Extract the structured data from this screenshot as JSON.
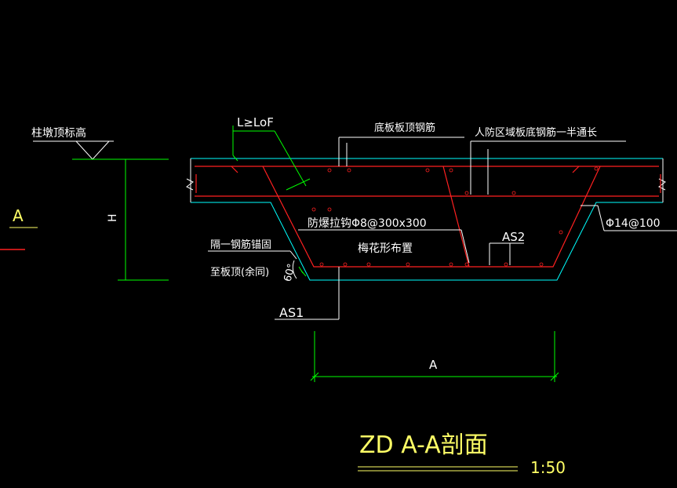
{
  "labels": {
    "column_pier_top": "柱墩顶标高",
    "lap_length": "L≥LoF",
    "slab_top_bar": "底板板顶钢筋",
    "civil_defense_bottom_bar": "人防区域板底钢筋一半通长",
    "section_marker": "A",
    "height_mark": "H",
    "tie_bar": "防爆拉钩Φ8@300x300",
    "plum_layout": "梅花形布置",
    "bar_spec": "Φ14@100",
    "as2": "AS2",
    "alternate_anchor": "隔一钢筋锚固",
    "to_slab_top": "至板顶(余同)",
    "angle": "60°",
    "as1": "AS1",
    "width_dim": "A"
  },
  "title": {
    "main": "ZD A-A剖面",
    "scale": "1:50"
  },
  "colors": {
    "background": "#000000",
    "concrete_outline": "#00ffff",
    "rebar": "#ff2020",
    "dimension": "#00ff00",
    "leader": "#ffffff",
    "title": "#ffff66"
  }
}
